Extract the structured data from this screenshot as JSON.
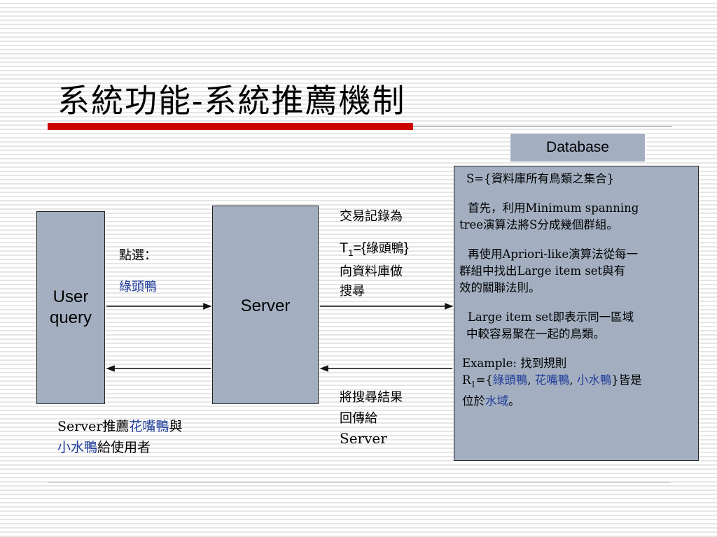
{
  "title": "系統功能-系統推薦機制",
  "nodes": {
    "user": {
      "line1": "User",
      "line2": "query"
    },
    "server": "Server",
    "database": "Database"
  },
  "labels": {
    "click": "點選：",
    "click_item": "綠頭鴨",
    "txn_line1": "交易記錄為",
    "txn_t": "T",
    "txn_sub": "1",
    "txn_eq": "={",
    "txn_item": "綠頭鴨",
    "txn_close": "}",
    "txn_line3": "向資料庫做",
    "txn_line4": "搜尋",
    "ret_line1": "將搜尋結果",
    "ret_line2": "回傳給",
    "ret_line3": "Server",
    "rec_prefix": "Server推薦",
    "rec_item1": "花嘴鴨",
    "rec_and": "與",
    "rec_item2": "小水鴨",
    "rec_suffix": "給使用者"
  },
  "db": {
    "p1": "S={資料庫所有鳥類之集合}",
    "p2a": "首先，利用Minimum spanning",
    "p2b": "tree演算法將S分成幾個群組。",
    "p3a": "再使用Apriori-like演算法從每一",
    "p3b": "群組中找出Large item set與有",
    "p3c": "效的關聯法則。",
    "p4a": "Large item set即表示同一區域",
    "p4b": "中較容易聚在一起的鳥類。",
    "ex1": "Example: 找到規則",
    "ex_r": "R",
    "ex_sub": "1",
    "ex_open": "={",
    "ex_i1": "綠頭鴨",
    "ex_c1": ", ",
    "ex_i2": "花嘴鴨",
    "ex_c2": ", ",
    "ex_i3": "小水鴨",
    "ex_close": "}皆是",
    "ex_pre": "位於",
    "ex_place": "水域",
    "ex_end": "。"
  },
  "colors": {
    "accent": "#cc0000",
    "box": "#a3afc1",
    "highlight": "#1f3c99"
  }
}
